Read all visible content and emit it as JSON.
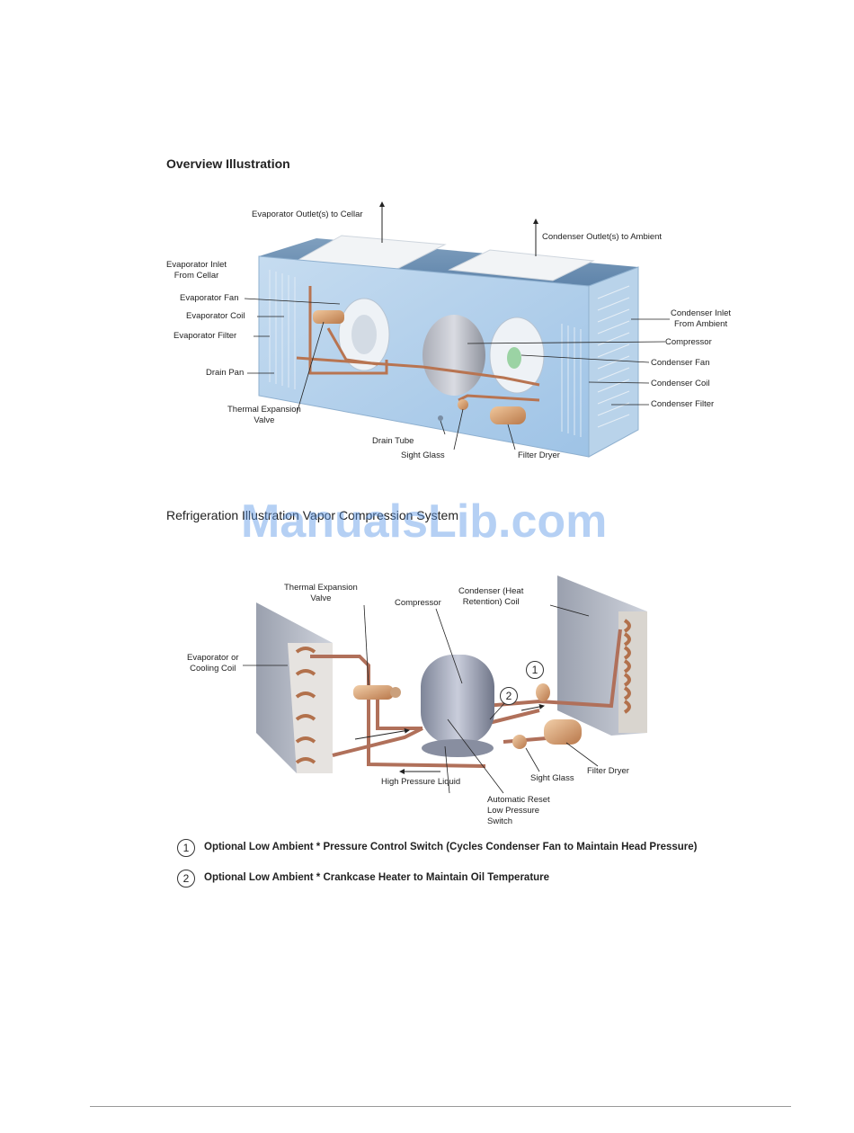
{
  "overview": {
    "title": "Overview Illustration",
    "labels": {
      "evap_outlet": "Evaporator Outlet(s) to Cellar",
      "cond_outlet": "Condenser Outlet(s) to Ambient",
      "evap_inlet": "Evaporator Inlet\nFrom Cellar",
      "evap_fan": "Evaporator Fan",
      "evap_coil": "Evaporator Coil",
      "evap_filter": "Evaporator Filter",
      "drain_pan": "Drain Pan",
      "tev": "Thermal Expansion\nValve",
      "drain_tube": "Drain Tube",
      "sight_glass": "Sight Glass",
      "filter_dryer": "Filter Dryer",
      "cond_inlet": "Condenser Inlet\nFrom Ambient",
      "compressor": "Compressor",
      "cond_fan": "Condenser Fan",
      "cond_coil": "Condenser Coil",
      "cond_filter": "Condenser Filter"
    }
  },
  "refrigeration": {
    "title": "Refrigeration Illustration Vapor Compression System",
    "labels": {
      "tev": "Thermal Expansion\nValve",
      "compressor": "Compressor",
      "condenser": "Condenser (Heat\nRetention) Coil",
      "evaporator": "Evaporator or\nCooling Coil",
      "hp_liquid": "High Pressure Liquid",
      "sight_glass": "Sight Glass",
      "filter_dryer": "Filter Dryer",
      "lp_switch": "Automatic Reset\nLow Pressure\nSwitch"
    },
    "markers": [
      "1",
      "2"
    ]
  },
  "notes": [
    {
      "num": "1",
      "text": "Optional Low Ambient * Pressure Control Switch (Cycles Condenser Fan to Maintain Head Pressure)"
    },
    {
      "num": "2",
      "text": "Optional Low Ambient * Crankcase Heater to Maintain Oil Temperature"
    }
  ],
  "watermark": "ManualsLib.com"
}
